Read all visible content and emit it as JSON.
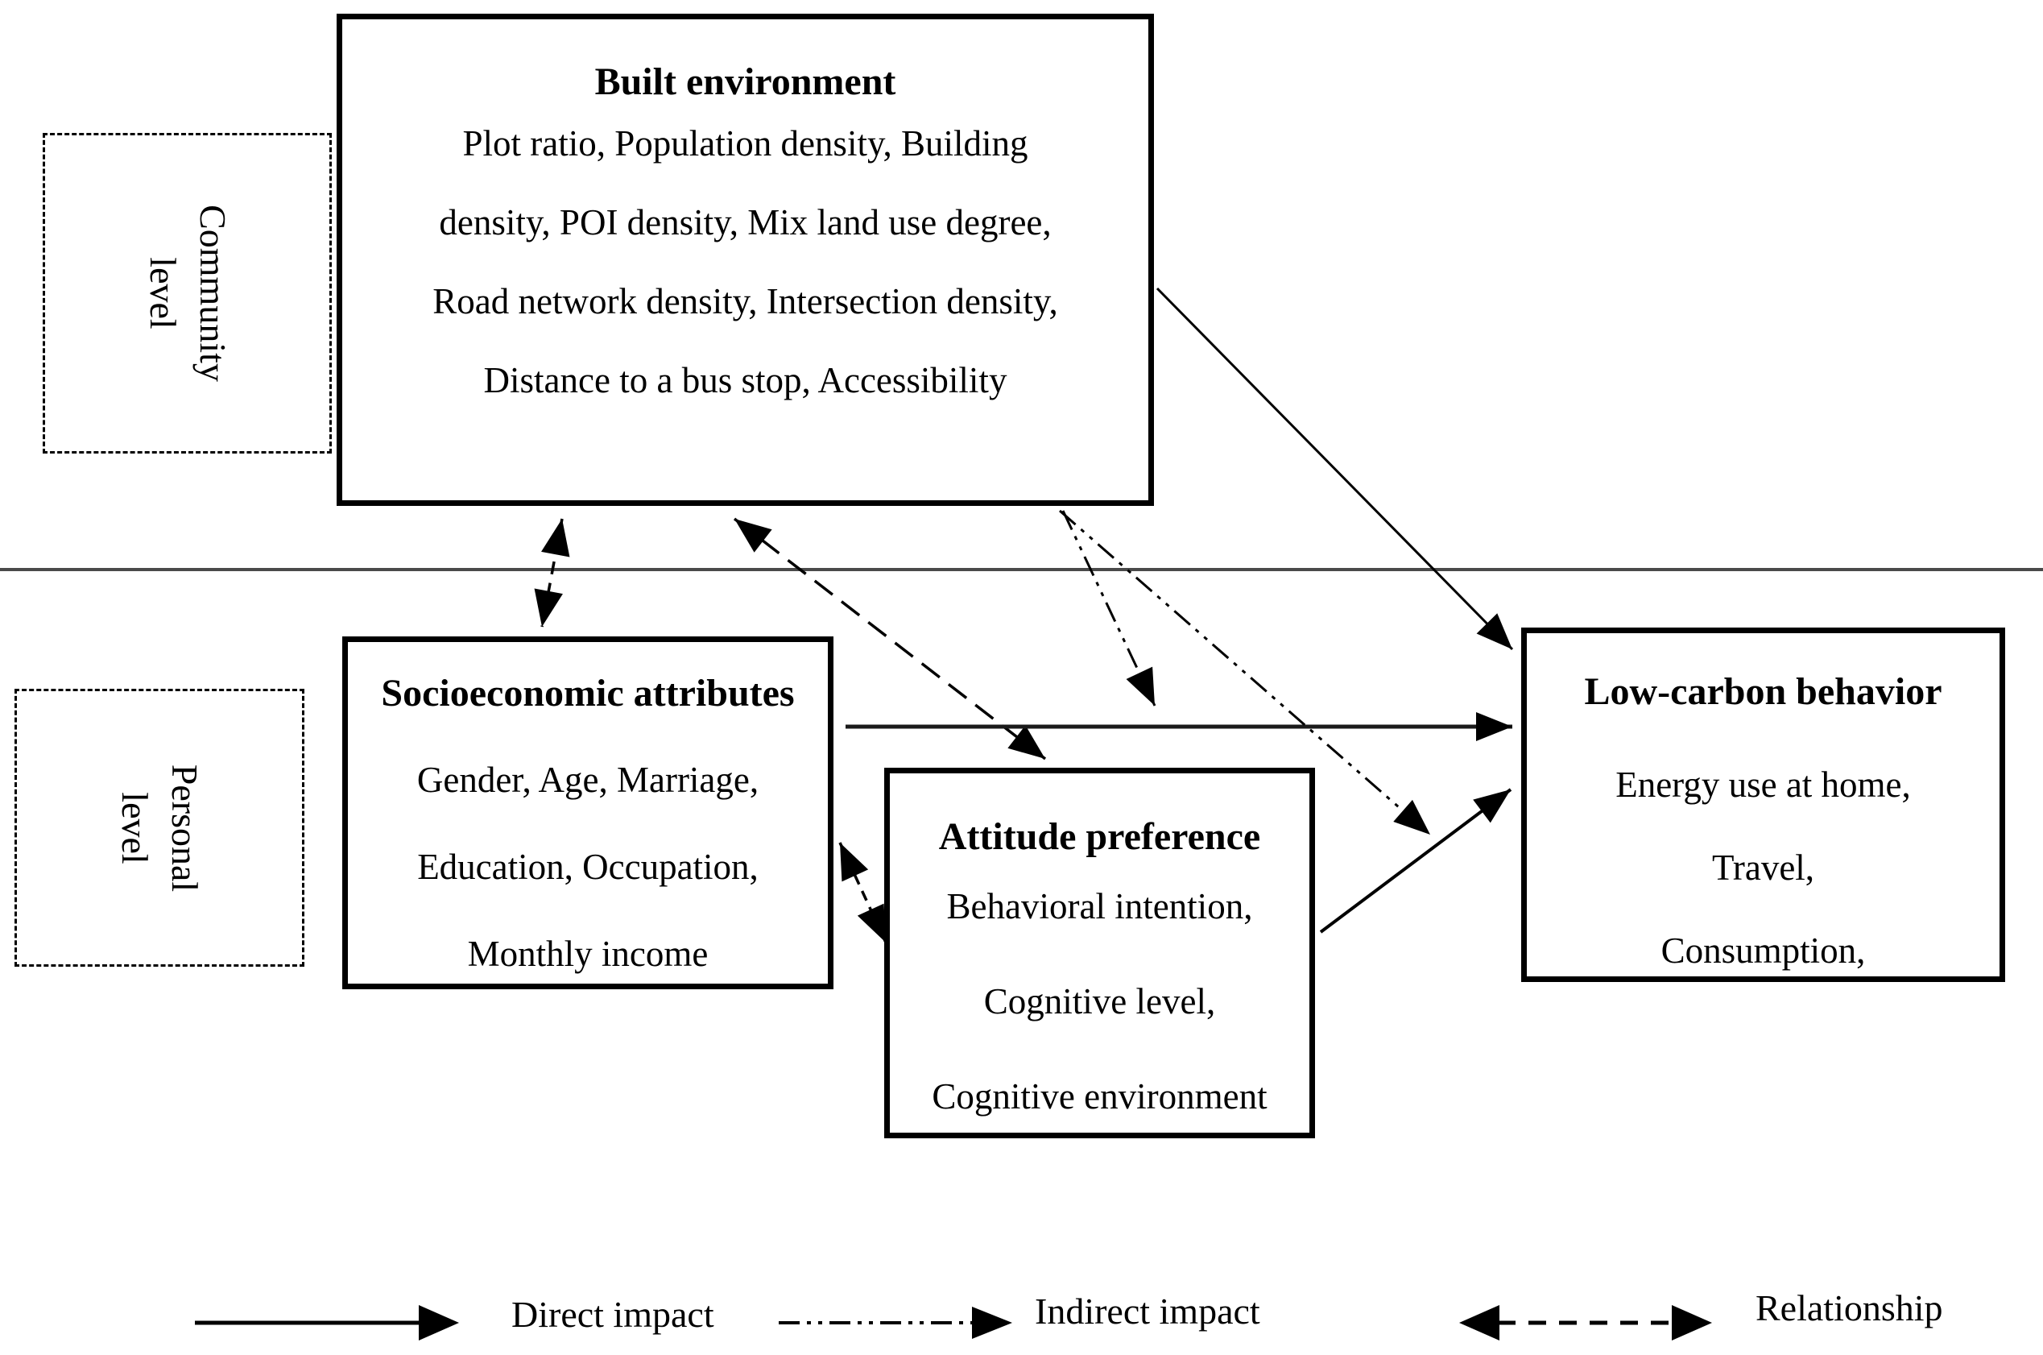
{
  "page": {
    "background": "#ffffff",
    "line_color": "#000000"
  },
  "levels": {
    "community": {
      "label_lines": [
        "Community",
        "level"
      ]
    },
    "personal": {
      "label_lines": [
        "Personal",
        "level"
      ]
    }
  },
  "boxes": {
    "built_env": {
      "title": "Built environment",
      "lines": [
        "Plot ratio, Population density, Building",
        "density, POI density, Mix land use degree,",
        "Road network density, Intersection density,",
        "Distance to a bus stop, Accessibility"
      ]
    },
    "socioeconomic": {
      "title": "Socioeconomic attributes",
      "lines": [
        "Gender, Age, Marriage,",
        "Education, Occupation,",
        "Monthly income"
      ]
    },
    "attitude": {
      "title": "Attitude preference",
      "lines": [
        "Behavioral intention,",
        "Cognitive level,",
        "Cognitive environment"
      ]
    },
    "low_carbon": {
      "title": "Low-carbon behavior",
      "lines": [
        "Energy use at home,",
        "Travel,",
        "Consumption,"
      ]
    }
  },
  "legend": {
    "items": [
      {
        "type": "solid-arrow",
        "label": "Direct impact"
      },
      {
        "type": "dash-dot-dot-arrow",
        "label": "Indirect impact"
      },
      {
        "type": "dashed-double-arrow",
        "label": "Relationship"
      }
    ]
  },
  "diagram": {
    "nodes": [
      "built-environment",
      "socioeconomic-attributes",
      "attitude-preference",
      "low-carbon-behavior"
    ],
    "edges": [
      {
        "from": "built-environment",
        "to": "socioeconomic-attributes",
        "type": "relationship"
      },
      {
        "from": "built-environment",
        "to": "attitude-preference",
        "type": "relationship"
      },
      {
        "from": "socioeconomic-attributes",
        "to": "attitude-preference",
        "type": "relationship"
      },
      {
        "from": "built-environment",
        "to": "low-carbon-behavior",
        "type": "direct"
      },
      {
        "from": "socioeconomic-attributes",
        "to": "low-carbon-behavior",
        "type": "direct"
      },
      {
        "from": "attitude-preference",
        "to": "low-carbon-behavior",
        "type": "direct"
      },
      {
        "from": "built-environment",
        "to": "low-carbon-behavior",
        "type": "indirect"
      },
      {
        "from": "built-environment",
        "to": "low-carbon-behavior",
        "type": "indirect"
      }
    ]
  }
}
